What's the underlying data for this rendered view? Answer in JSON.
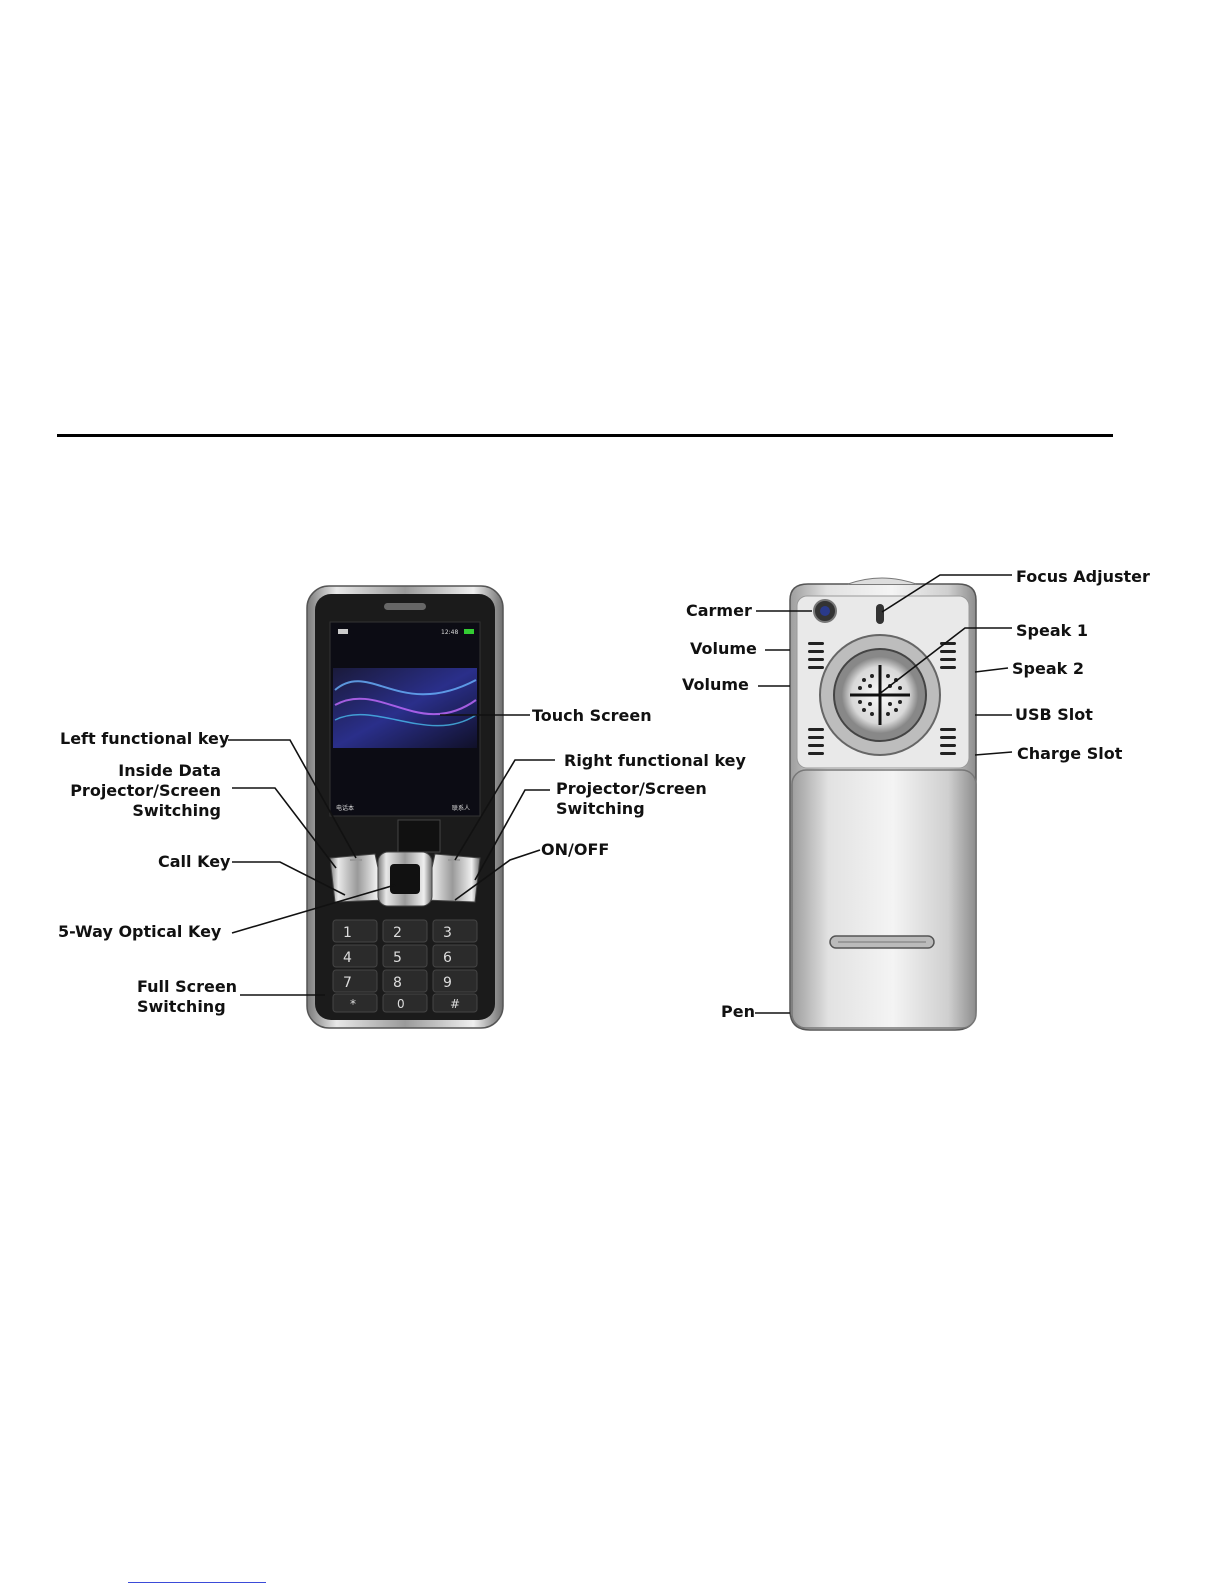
{
  "front_labels": {
    "left_functional_key": "Left functional key",
    "inside_data_1": "Inside Data",
    "inside_data_2": "Projector/Screen",
    "inside_data_3": "Switching",
    "call_key": "Call Key",
    "five_way_key": "5-Way Optical Key",
    "full_screen_1": "Full Screen",
    "full_screen_2": "Switching",
    "touch_screen": "Touch Screen",
    "right_functional_key": "Right functional key",
    "projector_1": "Projector/Screen",
    "projector_2": "Switching",
    "on_off": "ON/OFF"
  },
  "back_labels": {
    "carmer": "Carmer",
    "volume_1": "Volume",
    "volume_2": "Volume",
    "pen": "Pen",
    "focus_adjuster": "Focus Adjuster",
    "speak_1": "Speak 1",
    "speak_2": "Speak 2",
    "usb_slot": "USB Slot",
    "charge_slot": "Charge Slot"
  },
  "phone_screen": {
    "time": "12:48",
    "softkey_left": "电话本",
    "softkey_right": "联系人"
  },
  "keypad": [
    "1",
    "2",
    "3",
    "4",
    "5",
    "6",
    "7",
    "8",
    "9",
    "*",
    "0",
    "#"
  ]
}
